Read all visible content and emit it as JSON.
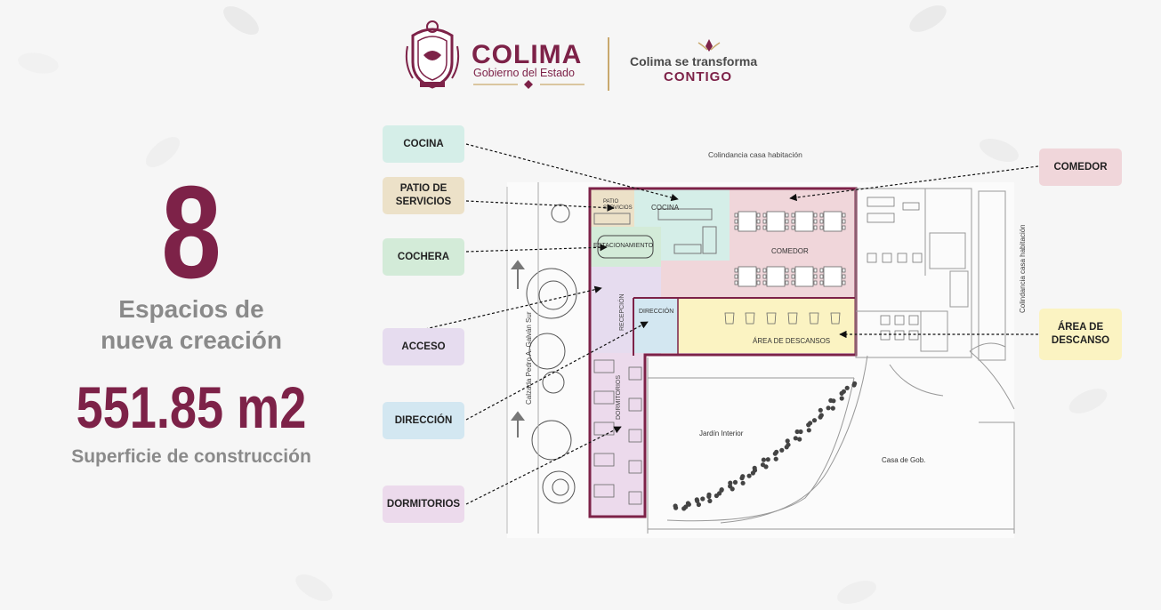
{
  "header": {
    "brand_title": "COLIMA",
    "brand_subtitle": "Gobierno del Estado",
    "slogan_line1": "Colima se transforma",
    "slogan_line2": "CONTIGO"
  },
  "stats": {
    "spaces_count": "8",
    "spaces_label_line1": "Espacios de",
    "spaces_label_line2": "nueva creación",
    "area_value": "551.85 m2",
    "area_label": "Superficie de construcción"
  },
  "callouts": {
    "cocina": "COCINA",
    "patio_line1": "PATIO DE",
    "patio_line2": "SERVICIOS",
    "cochera": "COCHERA",
    "acceso": "ACCESO",
    "direccion": "DIRECCIÓN",
    "dormitorios": "DORMITORIOS",
    "comedor": "COMEDOR",
    "descanso_line1": "ÁREA DE",
    "descanso_line2": "DESCANSO"
  },
  "plan": {
    "top_neighbor": "Colindancia casa habitación",
    "right_neighbor": "Colindancia casa habitación",
    "street": "Calzada Pedro A. Galván Sur",
    "cocina": "COCINA",
    "patio_line1": "PATIO",
    "patio_line2": "SERVICIOS",
    "estacionamiento": "ESTACIONAMIENTO",
    "comedor": "COMEDOR",
    "recepcion": "RECEPCIÓN",
    "direccion": "DIRECCIÓN",
    "descansos": "ÁREA DE DESCANSOS",
    "dormitorios": "DORMITORIOS",
    "jardin": "Jardín Interior",
    "casa_gob": "Casa de Gob."
  },
  "colors": {
    "brand": "#7d2248",
    "cocina": "#d5eee8",
    "patio": "#ece1c8",
    "cochera": "#d3ebd8",
    "acceso": "#e6dcef",
    "direccion": "#d3e7f1",
    "dormitorios": "#ecdaec",
    "comedor": "#f0d6da",
    "descanso": "#fbf3c2"
  }
}
